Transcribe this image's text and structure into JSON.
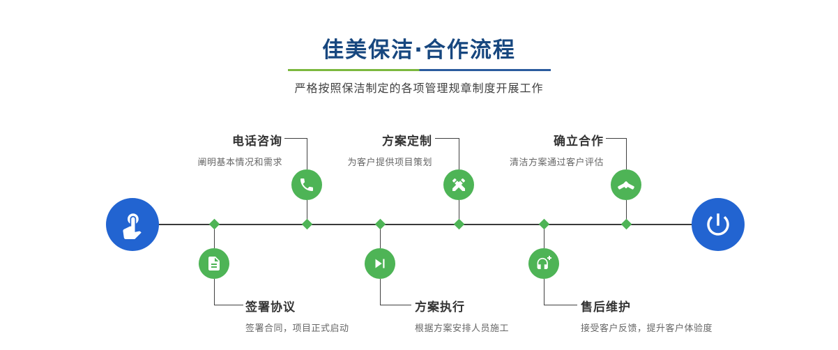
{
  "header": {
    "title": "佳美保洁·合作流程",
    "subtitle": "严格按照保洁制定的各项管理规章制度开展工作"
  },
  "colors": {
    "title_blue": "#17477f",
    "accent_green": "#4eb456",
    "endpoint_blue": "#2264d1",
    "divider_green": "#7cb83e",
    "divider_blue": "#2a5b9e",
    "line_dark": "#3a3a3a"
  },
  "timeline": {
    "start_icon": "hand-pointer-icon",
    "end_icon": "power-icon"
  },
  "steps": {
    "top": [
      {
        "title": "电话咨询",
        "desc": "阐明基本情况和需求",
        "icon": "phone-icon"
      },
      {
        "title": "方案定制",
        "desc": "为客户提供项目策划",
        "icon": "crossed-pencils-icon"
      },
      {
        "title": "确立合作",
        "desc": "清洁方案通过客户评估",
        "icon": "handshake-icon"
      }
    ],
    "bottom": [
      {
        "title": "签署协议",
        "desc": "签署合同，项目正式启动",
        "icon": "contract-icon"
      },
      {
        "title": "方案执行",
        "desc": "根据方案安排人员施工",
        "icon": "play-forward-icon"
      },
      {
        "title": "售后维护",
        "desc": "接受客户反馈，提升客户体验度",
        "icon": "headset-plus-icon"
      }
    ]
  }
}
